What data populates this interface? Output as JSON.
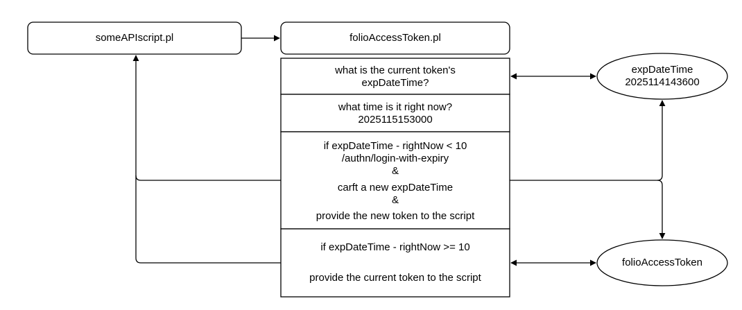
{
  "nodes": {
    "some_api_script": {
      "label": "someAPIscript.pl"
    },
    "folio_access_token_script": {
      "label": "folioAccessToken.pl"
    },
    "step_current_token": {
      "line1": "what is the current token's",
      "line2": "expDateTime?"
    },
    "step_time_now": {
      "line1": "what time is it right now?",
      "line2": "2025115153000"
    },
    "step_refresh": {
      "line1": "if expDateTime - rightNow < 10",
      "line2": "/authn/login-with-expiry",
      "line3": "&",
      "line4": "carft a new expDateTime",
      "line5": "&",
      "line6": "provide the new token to the script"
    },
    "step_reuse": {
      "line1": "if expDateTime - rightNow >= 10",
      "line2": "provide the current token to the script"
    },
    "exp_date_time_store": {
      "line1": "expDateTime",
      "line2": "2025114143600"
    },
    "folio_access_token_store": {
      "label": "folioAccessToken"
    }
  }
}
